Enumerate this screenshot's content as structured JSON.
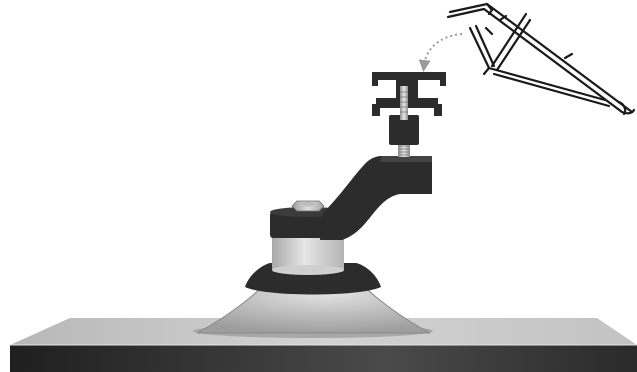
{
  "illustration": {
    "colors": {
      "background": "#ffffff",
      "plate_top": "#c9c9c9",
      "plate_edge": "#3a3a3a",
      "dome": "#bdbdbd",
      "dark_part": "#2c2c2c",
      "collar": "#d4d4d4",
      "outline": "#1a1a1a",
      "arrow": "#9a9a9a"
    },
    "icons": [
      "base-plate",
      "suction-dome",
      "mounting-arm",
      "bracket-clamp",
      "frame-profile",
      "curved-arrow-icon"
    ]
  }
}
